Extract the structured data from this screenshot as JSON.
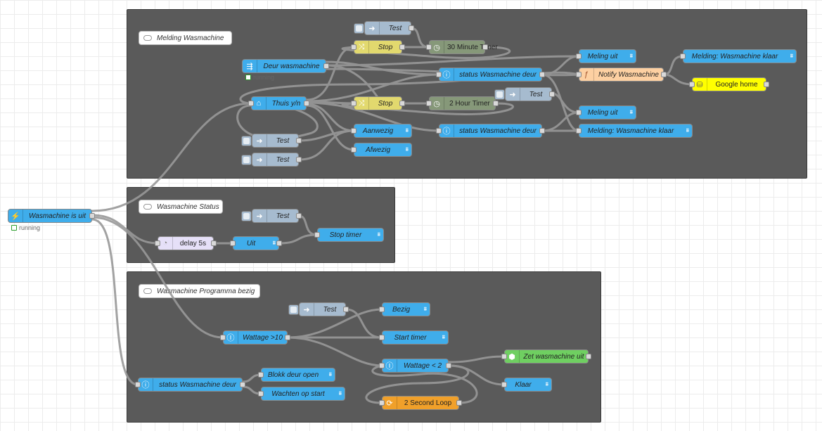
{
  "groups": [
    {
      "id": "g1",
      "comment": "Melding Wasmachine"
    },
    {
      "id": "g2",
      "comment": "Wasmachine Status"
    },
    {
      "id": "g3",
      "comment": "Wasmachine Programma bezig"
    }
  ],
  "status_running": "running",
  "nodes": {
    "trigger": "Wasmachine is uit",
    "g1_test_top": "Test",
    "g1_stop1": "Stop",
    "g1_timer30": "30 Minute Timer",
    "g1_deur": "Deur wasmachine",
    "g1_meling_uit1": "Meling uit",
    "g1_melding_klaar1": "Melding: Wasmachine klaar",
    "g1_status_deur1": "status Wasmachine deur",
    "g1_notify": "Notify Wasmachine",
    "g1_google": "Google home",
    "g1_thuis": "Thuis y/n",
    "g1_stop2": "Stop",
    "g1_timer2h": "2 Hour Timer",
    "g1_test_right": "Test",
    "g1_meling_uit2": "Meling uit",
    "g1_aanwezig": "Aanwezig",
    "g1_status_deur2": "status Wasmachine deur",
    "g1_melding_klaar2": "Melding: Wasmachine klaar",
    "g1_test_a": "Test",
    "g1_afwezig": "Afwezig",
    "g1_test_b": "Test",
    "g2_test": "Test",
    "g2_stop_timer": "Stop timer",
    "g2_delay": "delay 5s",
    "g2_uit": "Uit",
    "g3_test": "Test",
    "g3_bezig": "Bezig",
    "g3_wattage10": "Wattage >10",
    "g3_start_timer": "Start timer",
    "g3_wattage2": "Wattage < 2",
    "g3_zet_uit": "Zet wasmachine uit",
    "g3_blokk": "Blokk deur open",
    "g3_status_deur": "status Wasmachine deur",
    "g3_klaar": "Klaar",
    "g3_wachten": "Wachten op start",
    "g3_loop": "2 Second Loop"
  },
  "icons": {
    "inject": "arrow-icon",
    "trigger": "lightning-icon",
    "switch": "shuffle-icon",
    "timer": "timer-icon",
    "info": "info-icon",
    "func": "function-icon",
    "home": "home-icon",
    "delay": "delay-icon",
    "rbe": "rbe-icon",
    "loop": "loop-icon",
    "cube": "cube-icon",
    "db": "database-icon",
    "split": "split-icon",
    "wifi": "service-icon"
  },
  "colors": {
    "group_bg": "#5a5a5a",
    "wire": "#999999",
    "ha_blue": "#3fadeb",
    "inject_gray": "#a6bbcf",
    "switch_yellow": "#e2d96e",
    "timer_olive": "#869879",
    "function_orange": "#fdd0a2",
    "delay_lavender": "#e6e0f8",
    "zet_green": "#6fcf61",
    "loop_amber": "#f0a02a",
    "google_yellow": "#ffff00"
  }
}
